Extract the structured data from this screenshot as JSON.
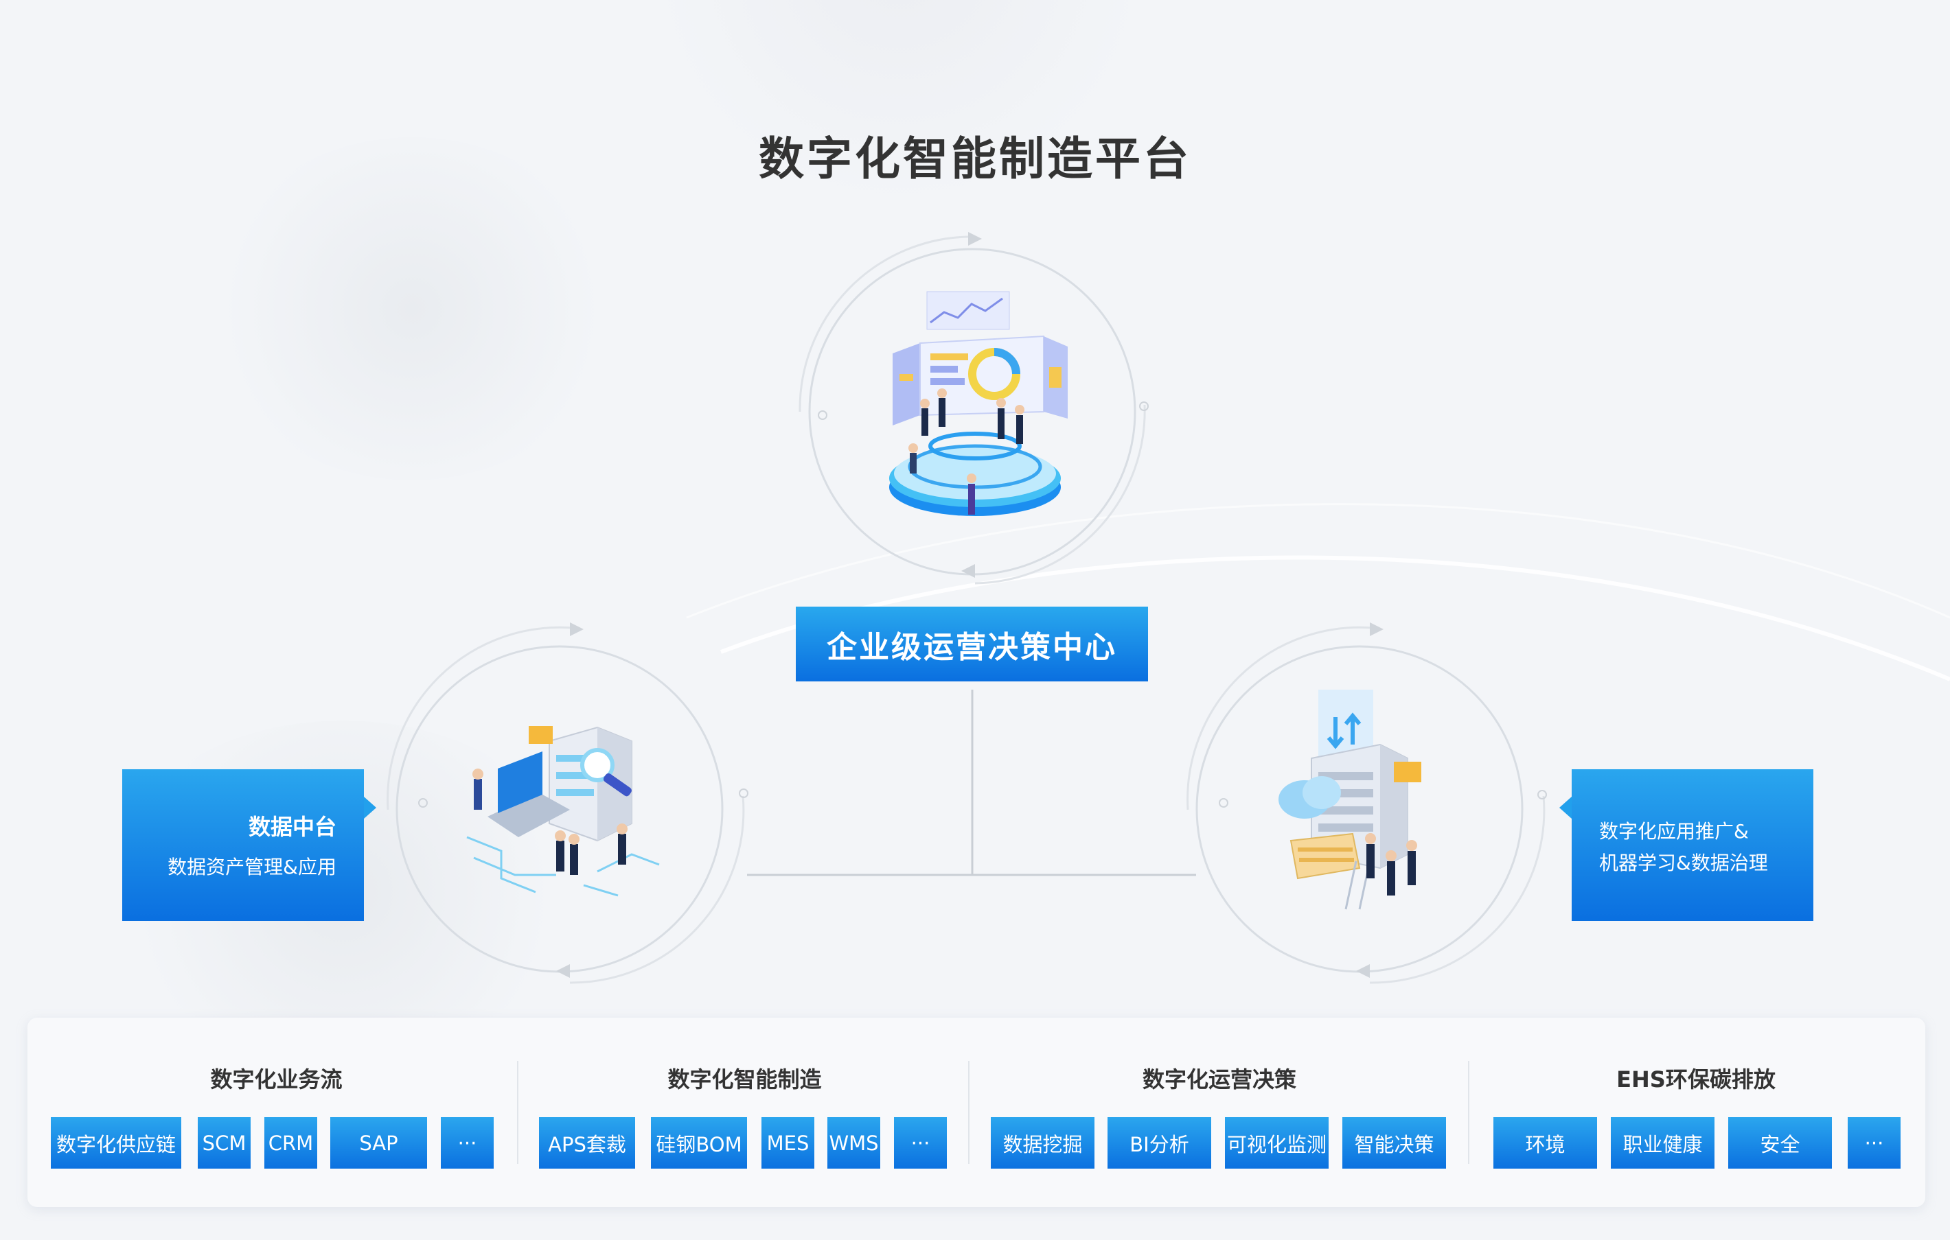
{
  "title": "数字化智能制造平台",
  "center": {
    "label": "企业级运营决策中心"
  },
  "left_box": {
    "title": "数据中台",
    "subtitle": "数据资产管理&应用"
  },
  "right_box": {
    "line1": "数字化应用推广&",
    "line2": "机器学习&数据治理"
  },
  "columns": [
    {
      "title": "数字化业务流",
      "items": [
        "数字化供应链",
        "SCM",
        "CRM",
        "SAP",
        "···"
      ]
    },
    {
      "title": "数字化智能制造",
      "items": [
        "APS套裁",
        "硅钢BOM",
        "MES",
        "WMS",
        "···"
      ]
    },
    {
      "title": "数字化运营决策",
      "items": [
        "数据挖掘",
        "BI分析",
        "可视化监测",
        "智能决策"
      ]
    },
    {
      "title": "EHS环保碳排放",
      "items": [
        "环境",
        "职业健康",
        "安全",
        "···"
      ]
    }
  ],
  "colors": {
    "accent_top": "#2ba6ee",
    "accent_bottom": "#0a6fe0",
    "ring": "#d5dae0",
    "background": "#f3f5f8"
  }
}
